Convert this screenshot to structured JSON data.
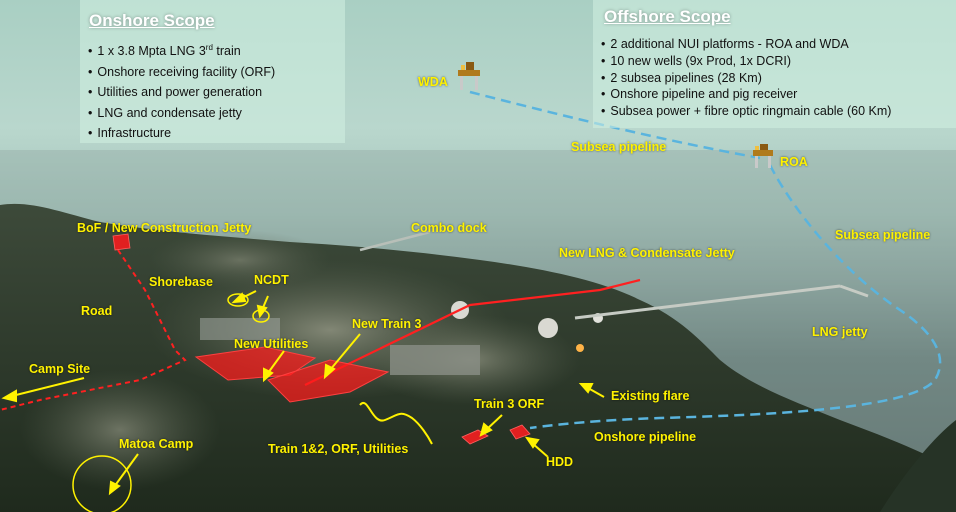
{
  "onshore": {
    "title": "Onshore Scope",
    "items": [
      "1 x 3.8 Mpta LNG 3rd train",
      "Onshore receiving facility (ORF)",
      "Utilities and power generation",
      "LNG and condensate jetty",
      "Infrastructure"
    ]
  },
  "offshore": {
    "title": "Offshore Scope",
    "items": [
      "2 additional NUI platforms - ROA and WDA",
      "10 new wells (9x Prod, 1x DCRI)",
      "2 subsea pipelines (28 Km)",
      "Onshore pipeline and pig receiver",
      "Subsea power + fibre optic ringmain cable (60 Km)"
    ]
  },
  "labels": {
    "wda": "WDA",
    "roa": "ROA",
    "subsea_pipeline_1": "Subsea pipeline",
    "subsea_pipeline_2": "Subsea pipeline",
    "bof_jetty": "BoF / New Construction Jetty",
    "combo_dock": "Combo dock",
    "new_lng_jetty": "New LNG & Condensate Jetty",
    "shorebase": "Shorebase",
    "ncdt": "NCDT",
    "road": "Road",
    "new_train3": "New Train 3",
    "new_utilities": "New Utilities",
    "lng_jetty": "LNG jetty",
    "camp_site": "Camp Site",
    "existing_flare": "Existing flare",
    "train3_orf": "Train 3 ORF",
    "matoa_camp": "Matoa Camp",
    "train12": "Train 1&2, ORF, Utilities",
    "onshore_pipeline": "Onshore pipeline",
    "hdd": "HDD"
  },
  "colors": {
    "label": "#fff200",
    "route_red": "#ff2020",
    "subsea_blue": "#5ab4de",
    "title_white": "#ffffff"
  },
  "icons": [
    "platform-icon",
    "arrow-icon"
  ]
}
